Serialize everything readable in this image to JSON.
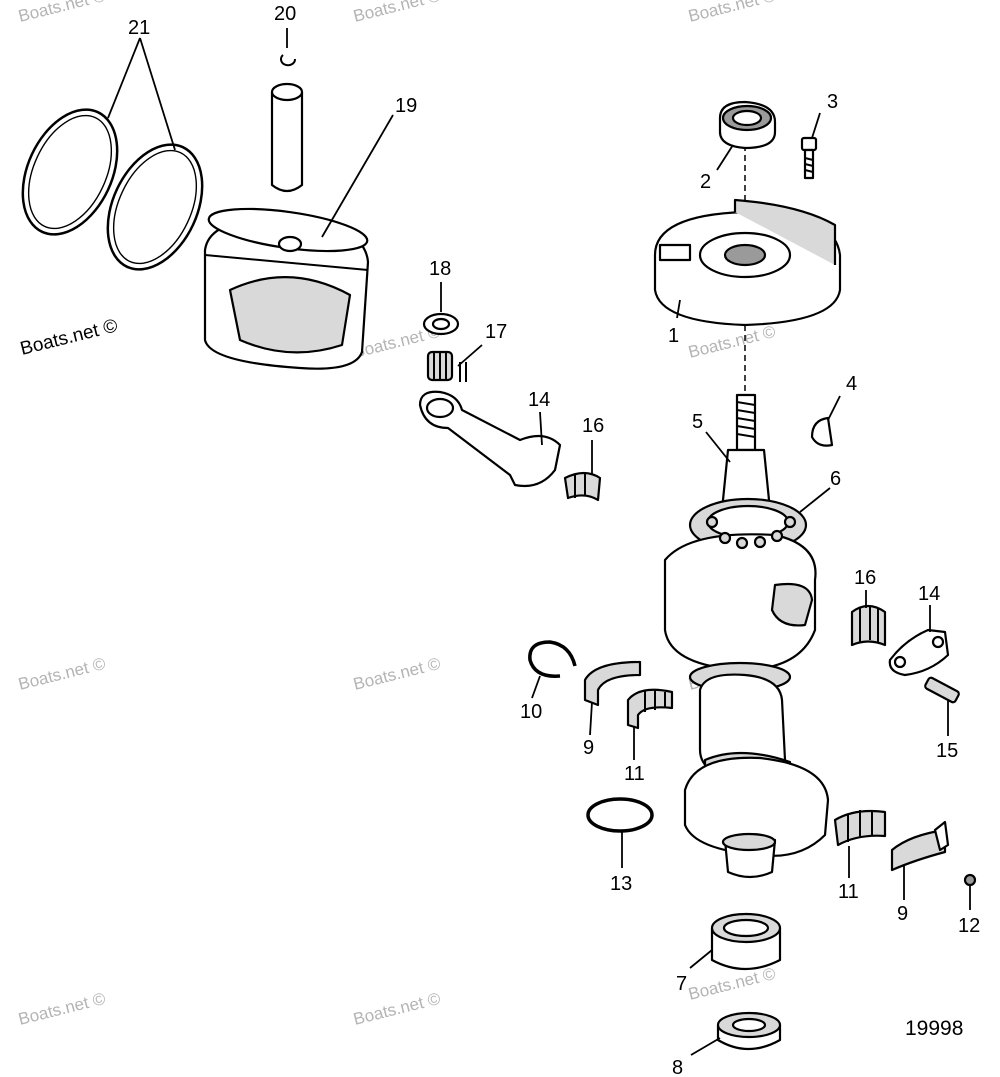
{
  "diagram": {
    "figure_number": "19998",
    "watermark": "Boats.net ©",
    "callouts": {
      "c1": "1",
      "c2": "2",
      "c3": "3",
      "c4": "4",
      "c5": "5",
      "c6": "6",
      "c7": "7",
      "c8": "8",
      "c9a": "9",
      "c9b": "9",
      "c10": "10",
      "c11a": "11",
      "c11b": "11",
      "c12": "12",
      "c13": "13",
      "c14a": "14",
      "c14b": "14",
      "c15": "15",
      "c16a": "16",
      "c16b": "16",
      "c17": "17",
      "c18": "18",
      "c19": "19",
      "c20": "20",
      "c21": "21"
    }
  }
}
